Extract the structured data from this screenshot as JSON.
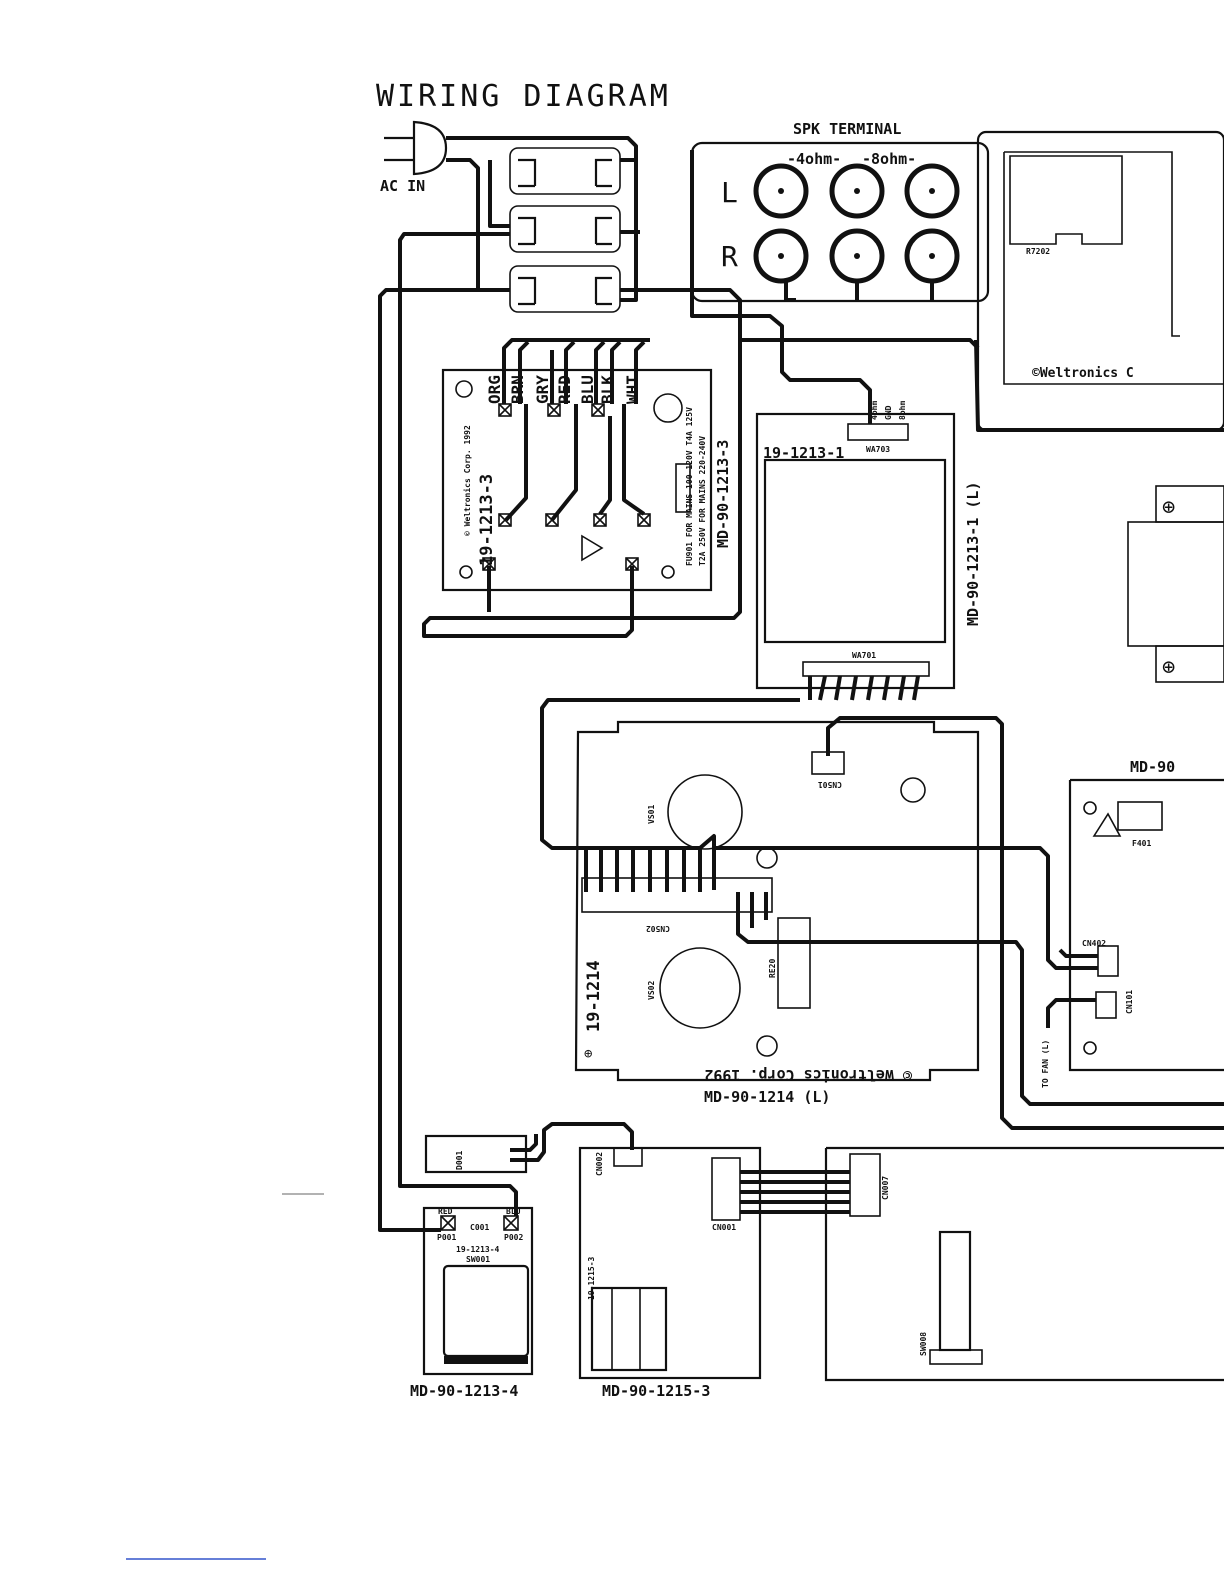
{
  "title": "WIRING DIAGRAM",
  "ac_in": "AC IN",
  "spk": {
    "title": "SPK TERMINAL",
    "ohm4": "-4ohm-",
    "ohm8": "-8ohm-",
    "left": "L",
    "right": "R"
  },
  "copyright_right": "©Weltronics C",
  "board_3": {
    "model": "MD-90-1213-3",
    "pcb": "19-1213-3",
    "copyright": "© Weltronics Corp. 1992",
    "wires": [
      "ORG",
      "BRN",
      "GRY",
      "RED",
      "BLU",
      "BLK",
      "WHT"
    ],
    "fuse_note": "FU901 FOR MAINS 100-120V T4A 125V",
    "fuse_note2": "T2A 250V FOR MAINS 220-240V"
  },
  "board_1": {
    "model": "MD-90-1213-1 (L)",
    "pcb": "19-1213-1",
    "conn_top": "WA703",
    "conn_bottom": "WA701",
    "pins": [
      "4ohm",
      "GND",
      "8ohm"
    ]
  },
  "board_1214": {
    "model": "MD-90-1214 (L)",
    "pcb": "19-1214",
    "copyright": "© Weltronics Corp. 1992",
    "vs1": "VS01",
    "vs2": "VS02",
    "conn": "CN501",
    "conn2": "CN502",
    "res": "RE20"
  },
  "board_right": {
    "model": "MD-90",
    "fuse": "F401",
    "cn1": "CN402",
    "cn2": "CN101",
    "fan": "TO FAN (L)"
  },
  "board_4": {
    "model": "MD-90-1213-4",
    "pcb": "19-1213-4",
    "p1": "P001",
    "p2": "P002",
    "red": "RED",
    "blu": "BLU",
    "cap": "C001",
    "sw": "SW001",
    "led": "D001"
  },
  "board_5": {
    "model": "MD-90-1215-3",
    "pcb": "19-1215-3",
    "cn1": "CN002",
    "cn2": "CN001",
    "cn3": "CN007",
    "sw": "SW008"
  }
}
